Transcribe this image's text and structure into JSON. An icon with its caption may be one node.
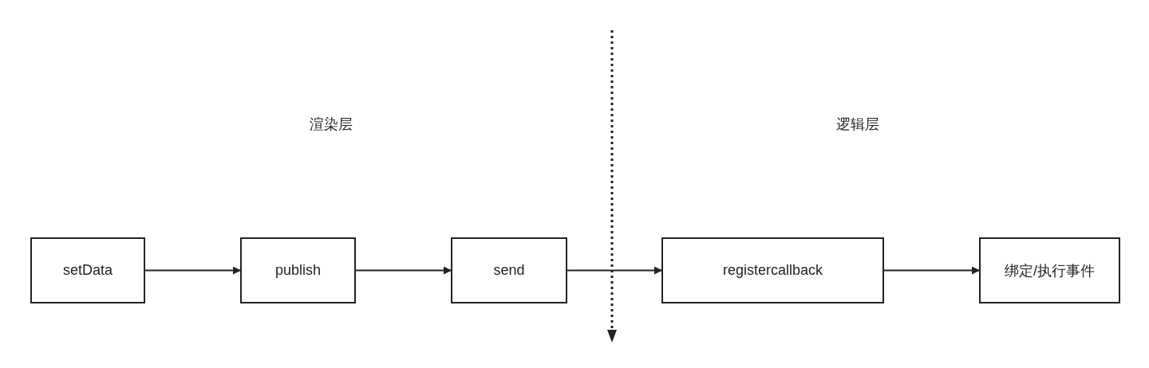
{
  "diagram": {
    "nodes": [
      {
        "text": [
          "setData"
        ]
      },
      {
        "text": [
          "publish"
        ]
      },
      {
        "text": [
          "send"
        ]
      },
      {
        "text": [
          "registercallback"
        ]
      },
      {
        "text": [
          "绑定/执行事件"
        ]
      }
    ],
    "edges": [
      {
        "from": 0,
        "to": 1,
        "arrow": "to"
      },
      {
        "from": 1,
        "to": 2,
        "arrow": "to"
      },
      {
        "from": 2,
        "to": 3,
        "arrow": "to"
      },
      {
        "from": 3,
        "to": 4,
        "arrow": "to"
      }
    ],
    "labels": [
      "渲染层",
      "逻辑层"
    ]
  }
}
